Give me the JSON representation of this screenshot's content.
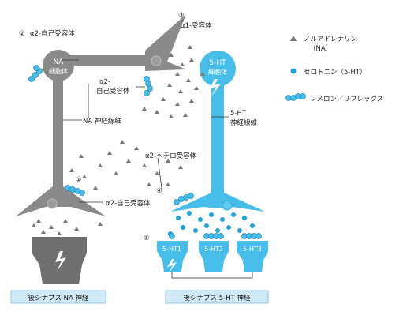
{
  "colors": {
    "na_gray": "#8a8a8a",
    "na_dark": "#6f6f6f",
    "ht_blue": "#47bde9",
    "ht_blue_dark": "#1fa6dc",
    "dot_blue": "#1ea3de",
    "triangle_gray": "#777777",
    "caption_bg": "#cfe9f7"
  },
  "legend": {
    "na_line1": "ノルアドレナリン",
    "na_line2": "（NA）",
    "serotonin": "セロトニン（5-HT）",
    "remeron": "レメロン／リフレックス"
  },
  "labels": {
    "marker2": "②",
    "alpha2_auto_top": "α2-自己受容体",
    "marker3": "③",
    "alpha1": "α1-受容体",
    "na_soma_line1": "NA",
    "na_soma_line2": "細胞体",
    "ht_soma_line1": "5-HT",
    "ht_soma_line2": "細胞体",
    "alpha2_auto_mid_line1": "α2-",
    "alpha2_auto_mid_line2": "自己受容体",
    "na_fiber": "NA 神経線維",
    "ht_fiber_line1": "5-HT",
    "ht_fiber_line2": "神経線維",
    "hetero": "α2-ヘテロ受容体",
    "marker1": "①",
    "marker4": "④",
    "alpha2_auto_low": "α2-自己受容体",
    "marker5": "⑤",
    "ht1": "5-HT1",
    "ht2": "5-HT2",
    "ht3": "5-HT3"
  },
  "captions": {
    "na": "後シナプス NA 神経",
    "ht": "後シナプス 5-HT 神経"
  }
}
